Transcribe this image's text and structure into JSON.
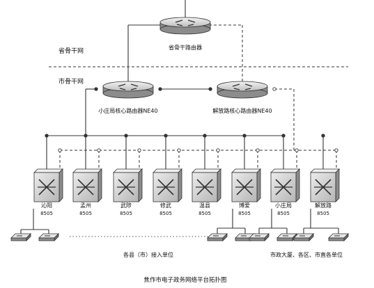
{
  "diagram": {
    "regions": {
      "province": "省骨干网",
      "city": "市骨干网"
    },
    "routers": {
      "province": "省骨干路由器",
      "left_core": "小庄局核心路由器NE40",
      "right_core": "解放路核心路由器NE40"
    },
    "switches": [
      {
        "name": "沁阳",
        "model": "8505"
      },
      {
        "name": "孟州",
        "model": "8505"
      },
      {
        "name": "武陟",
        "model": "8505"
      },
      {
        "name": "修武",
        "model": "8505"
      },
      {
        "name": "温县",
        "model": "8505"
      },
      {
        "name": "博爱",
        "model": "8505"
      },
      {
        "name": "小庄局",
        "model": "8505"
      },
      {
        "name": "解放路",
        "model": "8505"
      }
    ],
    "access": {
      "left": "各县（市）接入单位",
      "right": "市政大厦、各区、市直各单位"
    },
    "caption": "焦作市电子政务网络平台拓扑图",
    "colors": {
      "line": "#333333",
      "device_fill": "#d4d4d4",
      "device_dark": "#8c8c8c"
    },
    "icons": {
      "router": "router-icon",
      "switch": "switch-icon",
      "terminal": "terminal-icon"
    }
  }
}
